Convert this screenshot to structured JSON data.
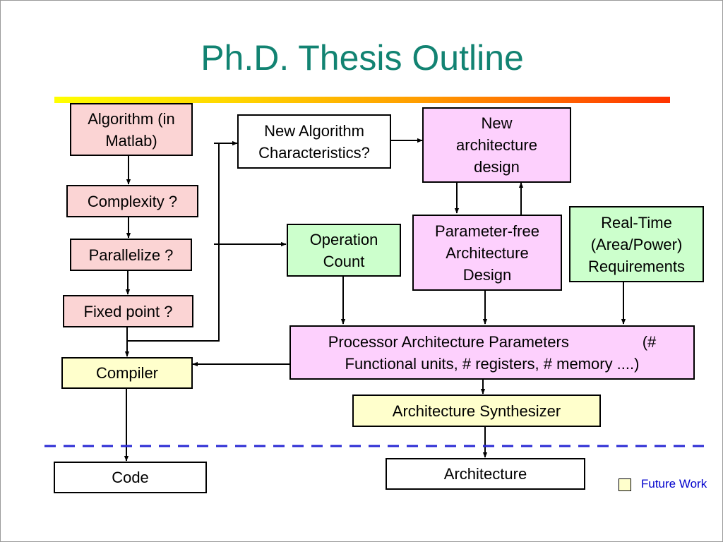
{
  "slide": {
    "title": "Ph.D. Thesis Outline",
    "title_color": "#128372"
  },
  "nodes": {
    "algorithm": "Algorithm (in Matlab)",
    "complexity": "Complexity ?",
    "parallelize": "Parallelize ?",
    "fixed_point": "Fixed point ?",
    "compiler": "Compiler",
    "code": "Code",
    "new_algorithm_characteristics": "New Algorithm Characteristics?",
    "new_architecture_design": "New architecture design",
    "operation_count": "Operation Count",
    "parameter_free_architecture_design": "Parameter-free Architecture Design",
    "real_time_requirements": "Real-Time (Area/Power) Requirements",
    "processor_architecture_parameters": "Processor Architecture Parameters                 (# Functional units, # registers, # memory ....)",
    "architecture_synthesizer": "Architecture Synthesizer",
    "architecture": "Architecture"
  },
  "legend": {
    "label": "Future Work",
    "swatch_color": "#ffffcc",
    "label_color": "#0000cc"
  },
  "colors": {
    "pink": "#fbd4d4",
    "violet": "#fdd0fd",
    "green": "#ccffcc",
    "yellow": "#ffffcc",
    "divider": "#2a2ad4"
  }
}
